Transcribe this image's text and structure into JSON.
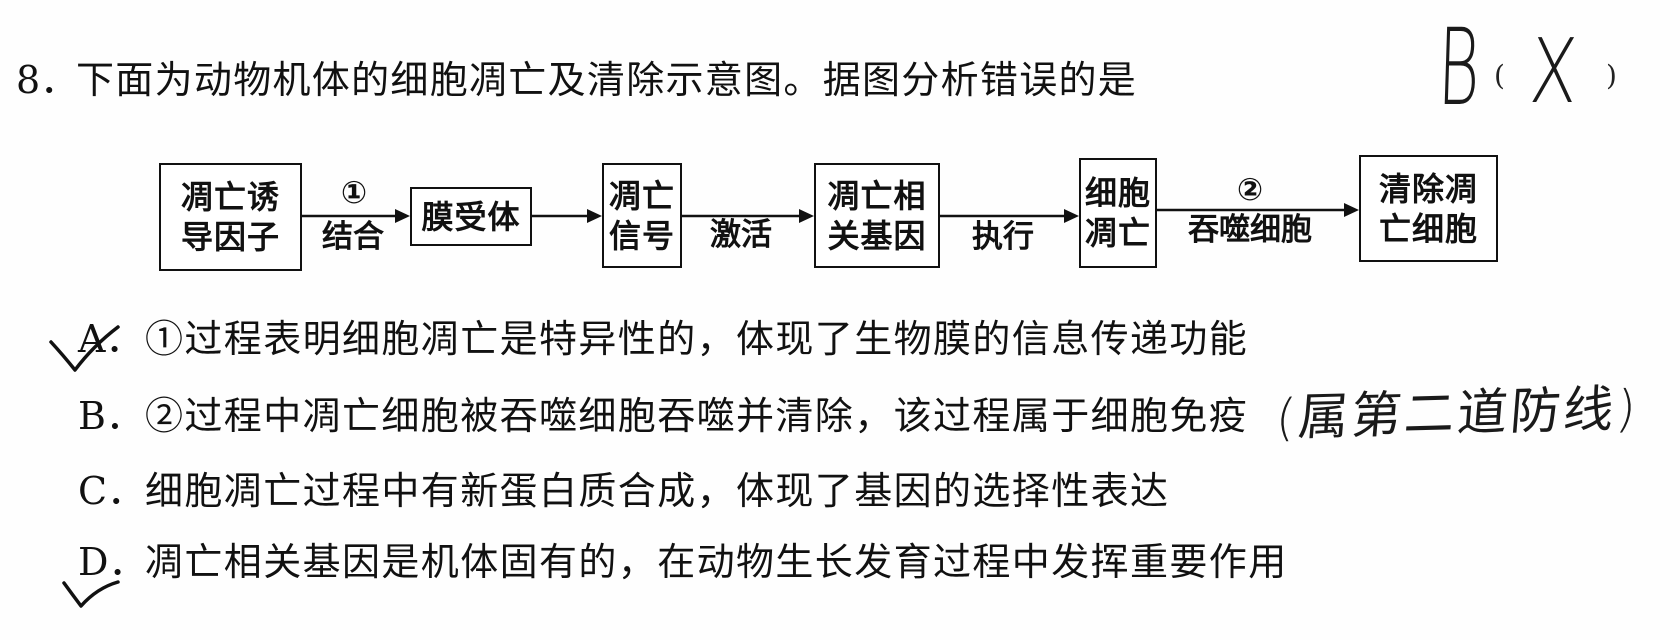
{
  "question": {
    "number": "8．",
    "stem": "下面为动物机体的细胞凋亡及清除示意图。据图分析错误的是",
    "bracket_open": "(",
    "bracket_close": ")"
  },
  "handwriting": {
    "answer": "B",
    "mark": "X",
    "note": "(属第二道防线)"
  },
  "diagram": {
    "nodes": [
      {
        "lines": [
          "凋亡诱",
          "导因子"
        ]
      },
      {
        "lines": [
          "膜受体"
        ]
      },
      {
        "lines": [
          "凋亡",
          "信号"
        ]
      },
      {
        "lines": [
          "凋亡相",
          "关基因"
        ]
      },
      {
        "lines": [
          "细胞",
          "凋亡"
        ]
      },
      {
        "lines": [
          "清除凋",
          "亡细胞"
        ]
      }
    ],
    "edges": [
      {
        "above": "①",
        "below": "结合"
      },
      {},
      {
        "below": "激活"
      },
      {
        "below": "执行"
      },
      {
        "above": "②",
        "below": "吞噬细胞"
      }
    ]
  },
  "options": [
    {
      "label": "A．",
      "text": "①过程表明细胞凋亡是特异性的，体现了生物膜的信息传递功能",
      "mark": "checkmark-icon"
    },
    {
      "label": "B．",
      "text": "②过程中凋亡细胞被吞噬细胞吞噬并清除，该过程属于细胞免疫"
    },
    {
      "label": "C．",
      "text": "细胞凋亡过程中有新蛋白质合成，体现了基因的选择性表达"
    },
    {
      "label": "D．",
      "text": "凋亡相关基因是机体固有的，在动物生长发育过程中发挥重要作用",
      "mark": "checkmark-icon"
    }
  ],
  "colors": {
    "ink": "#111111",
    "paper": "#fefefe"
  }
}
